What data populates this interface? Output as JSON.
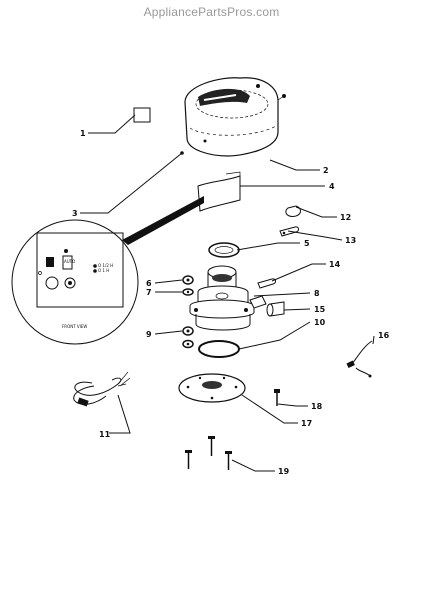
{
  "watermark": "AppliancePartsPros.com",
  "panel_caption": "FRONT VIEW",
  "panel_marks": {
    "switch_text": "AUTO",
    "legend_1": "O 1/2 H",
    "legend_2": "O 1 H"
  },
  "callouts": [
    {
      "id": "1",
      "label": "1"
    },
    {
      "id": "2",
      "label": "2"
    },
    {
      "id": "3",
      "label": "3"
    },
    {
      "id": "4",
      "label": "4"
    },
    {
      "id": "5",
      "label": "5"
    },
    {
      "id": "6",
      "label": "6"
    },
    {
      "id": "7",
      "label": "7"
    },
    {
      "id": "8",
      "label": "8"
    },
    {
      "id": "9",
      "label": "9"
    },
    {
      "id": "10",
      "label": "10"
    },
    {
      "id": "11",
      "label": "11"
    },
    {
      "id": "12",
      "label": "12"
    },
    {
      "id": "13",
      "label": "13"
    },
    {
      "id": "14",
      "label": "14"
    },
    {
      "id": "15",
      "label": "15"
    },
    {
      "id": "16",
      "label": "16"
    },
    {
      "id": "17",
      "label": "17"
    },
    {
      "id": "18",
      "label": "18"
    },
    {
      "id": "19",
      "label": "19"
    }
  ]
}
